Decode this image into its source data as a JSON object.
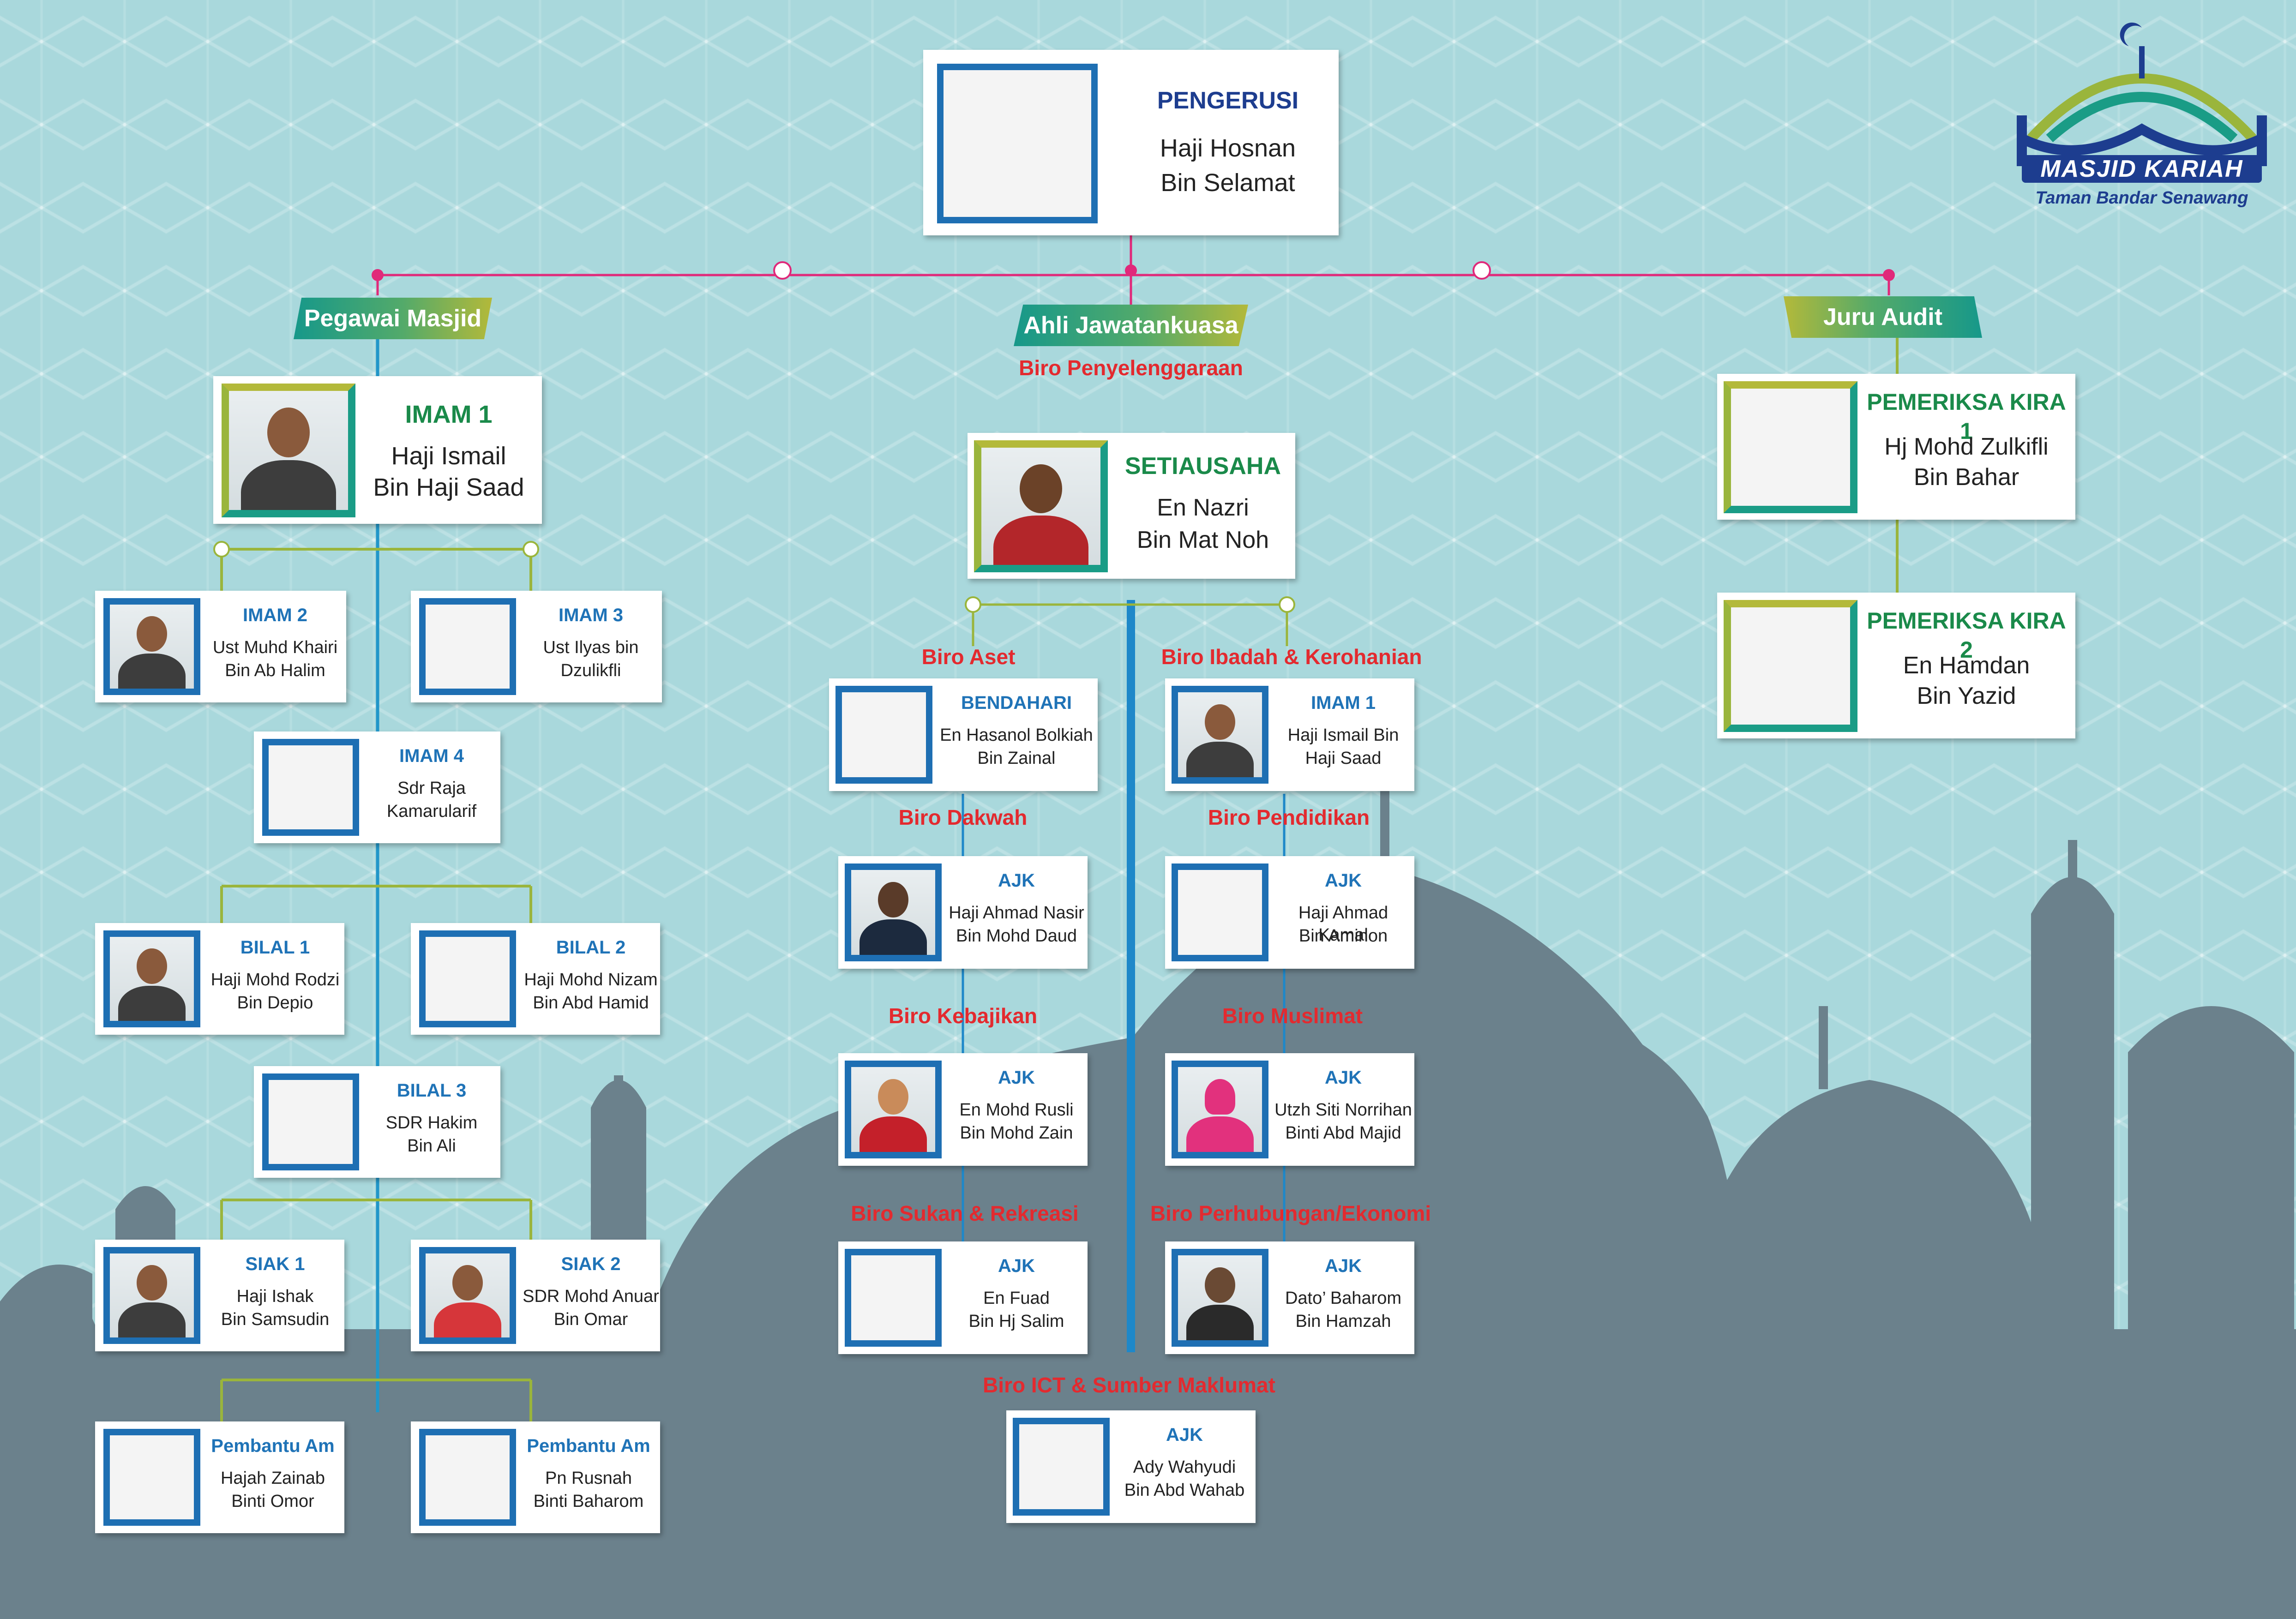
{
  "logo": {
    "name": "MASJID KARIAH",
    "sub": "Taman Bandar Senawang"
  },
  "top": {
    "role": "PENGERUSI",
    "name1": "Haji Hosnan",
    "name2": "Bin Selamat"
  },
  "branches": {
    "left": "Pegawai Masjid",
    "center": "Ahli Jawatankuasa",
    "right": "Juru Audit"
  },
  "pegawai": {
    "imam1": {
      "role": "IMAM 1",
      "name1": "Haji Ismail",
      "name2": "Bin Haji Saad"
    },
    "imam2": {
      "role": "IMAM 2",
      "name1": "Ust Muhd Khairi",
      "name2": "Bin Ab Halim"
    },
    "imam3": {
      "role": "IMAM 3",
      "name1": "Ust Ilyas bin",
      "name2": "Dzulikfli"
    },
    "imam4": {
      "role": "IMAM 4",
      "name1": "Sdr Raja",
      "name2": "Kamarularif"
    },
    "bilal1": {
      "role": "BILAL 1",
      "name1": "Haji Mohd Rodzi",
      "name2": "Bin Depio"
    },
    "bilal2": {
      "role": "BILAL 2",
      "name1": "Haji Mohd Nizam",
      "name2": "Bin Abd Hamid"
    },
    "bilal3": {
      "role": "BILAL 3",
      "name1": "SDR Hakim",
      "name2": "Bin Ali"
    },
    "siak1": {
      "role": "SIAK 1",
      "name1": "Haji Ishak",
      "name2": "Bin Samsudin"
    },
    "siak2": {
      "role": "SIAK 2",
      "name1": "SDR Mohd Anuar",
      "name2": "Bin Omar"
    },
    "pa1": {
      "role": "Pembantu Am",
      "name1": "Hajah Zainab",
      "name2": "Binti Omor"
    },
    "pa2": {
      "role": "Pembantu Am",
      "name1": "Pn Rusnah",
      "name2": "Binti Baharom"
    }
  },
  "ajk": {
    "biro_penyelenggaraan": "Biro Penyelenggaraan",
    "setiausaha": {
      "role": "SETIAUSAHA",
      "name1": "En Nazri",
      "name2": "Bin Mat Noh"
    },
    "biro_aset": "Biro Aset",
    "bendahari": {
      "role": "BENDAHARI",
      "name1": "En Hasanol Bolkiah",
      "name2": "Bin Zainal"
    },
    "biro_ibadah": "Biro Ibadah & Kerohanian",
    "imam1": {
      "role": "IMAM 1",
      "name1": "Haji Ismail Bin",
      "name2": "Haji Saad"
    },
    "biro_dakwah": "Biro Dakwah",
    "dakwah": {
      "role": "AJK",
      "name1": "Haji Ahmad Nasir",
      "name2": "Bin Mohd Daud"
    },
    "biro_pendidikan": "Biro Pendidikan",
    "pendidikan": {
      "role": "AJK",
      "name1": "Haji Ahmad Kamal",
      "name2": "Bin Aminon"
    },
    "biro_kebajikan": "Biro Kebajikan",
    "kebajikan": {
      "role": "AJK",
      "name1": "En Mohd Rusli",
      "name2": "Bin Mohd Zain"
    },
    "biro_muslimat": "Biro Muslimat",
    "muslimat": {
      "role": "AJK",
      "name1": "Utzh Siti Norrihan",
      "name2": "Binti  Abd Majid"
    },
    "biro_sukan": "Biro Sukan & Rekreasi",
    "sukan": {
      "role": "AJK",
      "name1": "En Fuad",
      "name2": "Bin Hj Salim"
    },
    "biro_perhubungan": "Biro Perhubungan/Ekonomi",
    "perhubungan": {
      "role": "AJK",
      "name1": "Dato’ Baharom",
      "name2": "Bin Hamzah"
    },
    "biro_ict": "Biro ICT & Sumber Maklumat",
    "ict": {
      "role": "AJK",
      "name1": "Ady Wahyudi",
      "name2": "Bin Abd Wahab"
    }
  },
  "audit": {
    "kira1": {
      "role": "PEMERIKSA KIRA 1",
      "name1": "Hj Mohd Zulkifli",
      "name2": "Bin Bahar"
    },
    "kira2": {
      "role": "PEMERIKSA KIRA 2",
      "name1": "En Hamdan",
      "name2": "Bin Yazid"
    }
  },
  "colors": {
    "accent_blue": "#1f73b7",
    "biro_red": "#e32a2f",
    "role_green": "#1a8a4a",
    "connector_pink": "#e0297a"
  },
  "icons": {
    "logo": "mosque-dome-icon",
    "photo_placeholder": "photo-frame-icon"
  }
}
